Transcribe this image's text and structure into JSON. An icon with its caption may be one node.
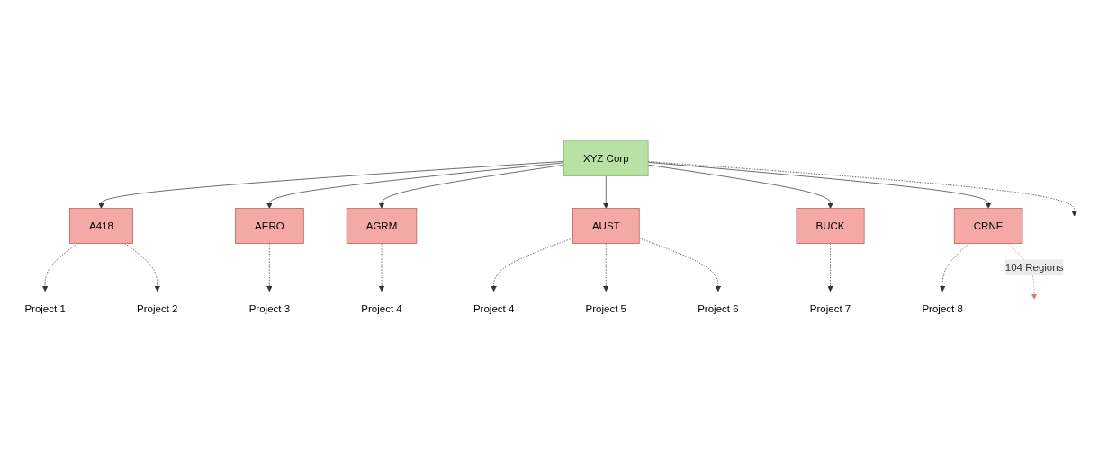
{
  "diagram": {
    "nodes": [
      {
        "text": [
          "XYZ Corp"
        ]
      },
      {
        "text": [
          "A418"
        ]
      },
      {
        "text": [
          "AERO"
        ]
      },
      {
        "text": [
          "AGRM"
        ]
      },
      {
        "text": [
          "AUST"
        ]
      },
      {
        "text": [
          "BUCK"
        ]
      },
      {
        "text": [
          "CRNE"
        ]
      },
      {
        "text": [
          "Project 1"
        ]
      },
      {
        "text": [
          "Project 2"
        ]
      },
      {
        "text": [
          "Project 3"
        ]
      },
      {
        "text": [
          "Project 4"
        ]
      },
      {
        "text": [
          "Project 4"
        ]
      },
      {
        "text": [
          "Project 5"
        ]
      },
      {
        "text": [
          "Project 6"
        ]
      },
      {
        "text": [
          "Project 7"
        ]
      },
      {
        "text": [
          "Project 8"
        ]
      }
    ],
    "edges": [
      {
        "from": 0,
        "to": 1,
        "arrow": "to"
      },
      {
        "from": 0,
        "to": 2,
        "arrow": "to"
      },
      {
        "from": 0,
        "to": 3,
        "arrow": "to"
      },
      {
        "from": 0,
        "to": 4,
        "arrow": "to"
      },
      {
        "from": 0,
        "to": 5,
        "arrow": "to"
      },
      {
        "from": 0,
        "to": 6,
        "arrow": "to"
      },
      {
        "from": 0,
        "to": null,
        "arrow": "to",
        "style": "dashed"
      },
      {
        "from": 1,
        "to": 7,
        "arrow": "to",
        "style": "dashed"
      },
      {
        "from": 1,
        "to": 8,
        "arrow": "to",
        "style": "dashed"
      },
      {
        "from": 2,
        "to": 9,
        "arrow": "to",
        "style": "dashed"
      },
      {
        "from": 3,
        "to": 10,
        "arrow": "to",
        "style": "dashed"
      },
      {
        "from": 4,
        "to": 11,
        "arrow": "to",
        "style": "dashed"
      },
      {
        "from": 4,
        "to": 12,
        "arrow": "to",
        "style": "dashed"
      },
      {
        "from": 4,
        "to": 13,
        "arrow": "to",
        "style": "dashed"
      },
      {
        "from": 5,
        "to": 14,
        "arrow": "to",
        "style": "dashed"
      },
      {
        "from": 6,
        "to": 15,
        "arrow": "to",
        "style": "dashed"
      },
      {
        "from": 6,
        "to": null,
        "arrow": "to",
        "style": "dashed",
        "label": "104 Regions",
        "color": "#d9776e"
      }
    ]
  }
}
